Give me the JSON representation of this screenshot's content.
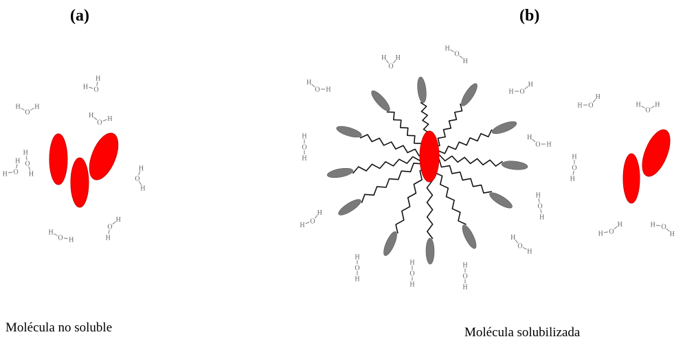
{
  "panels": [
    {
      "label": "(a)",
      "caption": "Molécula no soluble"
    },
    {
      "label": "(b)",
      "caption": "Molécula solubilizada"
    }
  ],
  "water": {
    "hydrogen": "H",
    "oxygen": "O"
  },
  "colors": {
    "solute": "#ff0000",
    "surfactant_head": "#7a7a7a",
    "surfactant_tail": "#111111",
    "water": "#777777"
  }
}
